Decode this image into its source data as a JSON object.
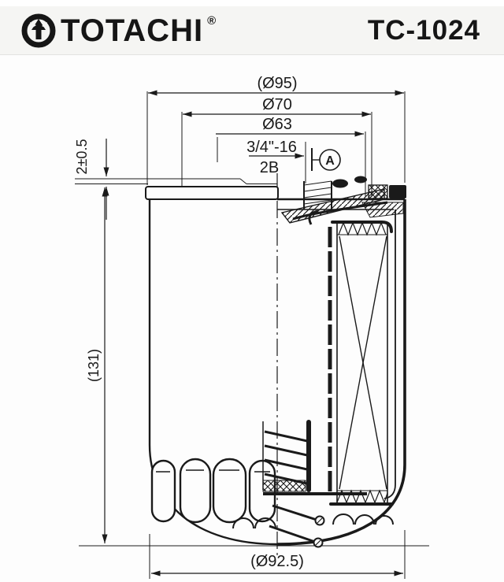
{
  "header": {
    "brand": "TOTACHI",
    "registered": "®",
    "part_number": "TC-1024",
    "logo_icon": "totachi-ring-arrow-icon",
    "bg_color": "#f5f5f3",
    "text_color": "#161616"
  },
  "drawing": {
    "type": "technical-cross-section",
    "subject": "spin-on oil filter, half elevation / half section view",
    "line_color": "#1a1a1a",
    "dimensions": {
      "top_outer_diameter": "(Ø95)",
      "seam_diameter": "Ø70",
      "gasket_diameter": "Ø63",
      "thread_spec": "3/4\"-16",
      "thread_class": "2B",
      "datum_label": "A",
      "gasket_protrusion": "2±0.5",
      "body_height": "(131)",
      "bottom_diameter": "(Ø92.5)"
    }
  }
}
